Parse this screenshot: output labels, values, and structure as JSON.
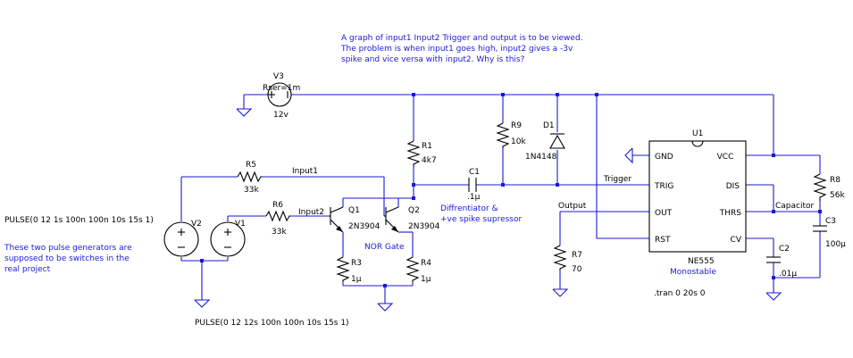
{
  "notes": {
    "question": [
      "A graph of input1 Input2 Trigger and output is to be viewed.",
      "The problem is when input1 goes high, input2 gives a -3v",
      "spike and vice versa with input2. Why is this?"
    ],
    "switches": [
      "These two pulse generators are",
      "supposed to be switches in the",
      "real project"
    ],
    "differentiator": [
      "Diffrentiator &",
      "+ve spike supressor"
    ],
    "nor_gate": "NOR Gate",
    "monostable": "Monostable"
  },
  "directives": {
    "pulse_v2": "PULSE(0 12 1s 100n 100n 10s 15s 1)",
    "pulse_v1": "PULSE(0 12 12s 100n 100n 10s 15s 1)",
    "tran": ".tran 0 20s 0"
  },
  "components": {
    "V3": {
      "name": "V3",
      "param": "Rser=1m",
      "value": "12v"
    },
    "V2": {
      "name": "V2"
    },
    "V1": {
      "name": "V1"
    },
    "R5": {
      "name": "R5",
      "value": "33k"
    },
    "R6": {
      "name": "R6",
      "value": "33k"
    },
    "R1": {
      "name": "R1",
      "value": "4k7"
    },
    "R9": {
      "name": "R9",
      "value": "10k"
    },
    "R3": {
      "name": "R3",
      "value": "1µ"
    },
    "R4": {
      "name": "R4",
      "value": "1µ"
    },
    "R7": {
      "name": "R7",
      "value": "70"
    },
    "R8": {
      "name": "R8",
      "value": "56k"
    },
    "C1": {
      "name": "C1",
      "value": ".1µ"
    },
    "C2": {
      "name": "C2",
      "value": ".01µ"
    },
    "C3": {
      "name": "C3",
      "value": "100µ"
    },
    "D1": {
      "name": "D1",
      "value": "1N4148"
    },
    "Q1": {
      "name": "Q1",
      "value": "2N3904"
    },
    "Q2": {
      "name": "Q2",
      "value": "2N3904"
    },
    "U1": {
      "name": "U1",
      "value": "NE555"
    }
  },
  "nets": {
    "input1": "Input1",
    "input2": "Input2",
    "trigger": "Trigger",
    "output": "Output",
    "capacitor": "Capacitor"
  },
  "ic_pins": {
    "gnd": "GND",
    "trig": "TRIG",
    "out": "OUT",
    "rst": "RST",
    "vcc": "VCC",
    "dis": "DIS",
    "thrs": "THRS",
    "cv": "CV"
  },
  "colors": {
    "wire": "#1a1ad6",
    "component": "#000000",
    "note_text": "#1a1ad6",
    "background": "#ffffff"
  }
}
